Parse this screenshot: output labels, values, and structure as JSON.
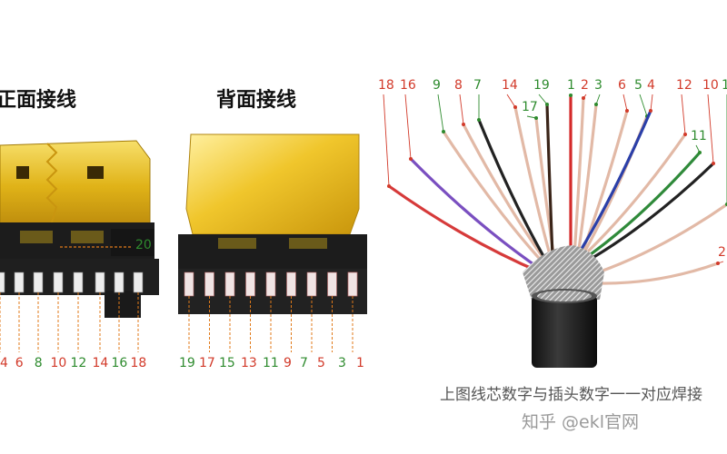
{
  "front": {
    "title": "正面接线",
    "pin_20": "20",
    "pins": [
      {
        "label": "4",
        "color": "#d23a2a"
      },
      {
        "label": "6",
        "color": "#d23a2a"
      },
      {
        "label": "8",
        "color": "#2e8b2e"
      },
      {
        "label": "10",
        "color": "#d23a2a"
      },
      {
        "label": "12",
        "color": "#2e8b2e"
      },
      {
        "label": "14",
        "color": "#d23a2a"
      },
      {
        "label": "16",
        "color": "#2e8b2e"
      },
      {
        "label": "18",
        "color": "#d23a2a"
      }
    ]
  },
  "back": {
    "title": "背面接线",
    "pins": [
      {
        "label": "19",
        "color": "#2e8b2e"
      },
      {
        "label": "17",
        "color": "#d23a2a"
      },
      {
        "label": "15",
        "color": "#2e8b2e"
      },
      {
        "label": "13",
        "color": "#d23a2a"
      },
      {
        "label": "11",
        "color": "#2e8b2e"
      },
      {
        "label": "9",
        "color": "#d23a2a"
      },
      {
        "label": "7",
        "color": "#2e8b2e"
      },
      {
        "label": "5",
        "color": "#d23a2a"
      },
      {
        "label": "3",
        "color": "#2e8b2e"
      },
      {
        "label": "1",
        "color": "#d23a2a"
      }
    ]
  },
  "cable": {
    "wires": [
      {
        "label": "18",
        "color": "#d23a2a",
        "wire": "#d63a3a"
      },
      {
        "label": "16",
        "color": "#d23a2a",
        "wire": "#7a4fc0"
      },
      {
        "label": "9",
        "color": "#2e8b2e",
        "wire": "#e2b9a6"
      },
      {
        "label": "8",
        "color": "#d23a2a",
        "wire": "#e2b9a6"
      },
      {
        "label": "7",
        "color": "#2e8b2e",
        "wire": "#222222"
      },
      {
        "label": "14",
        "color": "#d23a2a",
        "wire": "#e2b9a6"
      },
      {
        "label": "17",
        "color": "#2e8b2e",
        "wire": "#e2b9a6"
      },
      {
        "label": "19",
        "color": "#2e8b2e",
        "wire": "#3a2418"
      },
      {
        "label": "1",
        "color": "#2e8b2e",
        "wire": "#d42a2a"
      },
      {
        "label": "2",
        "color": "#d23a2a",
        "wire": "#e2b9a6"
      },
      {
        "label": "3",
        "color": "#2e8b2e",
        "wire": "#e2b9a6"
      },
      {
        "label": "6",
        "color": "#d23a2a",
        "wire": "#e2b9a6"
      },
      {
        "label": "5",
        "color": "#2e8b2e",
        "wire": "#e2b9a6"
      },
      {
        "label": "4",
        "color": "#d23a2a",
        "wire": "#2b3fa8"
      },
      {
        "label": "12",
        "color": "#d23a2a",
        "wire": "#e2b9a6"
      },
      {
        "label": "11",
        "color": "#2e8b2e",
        "wire": "#2f8a3a"
      },
      {
        "label": "10",
        "color": "#d23a2a",
        "wire": "#222222"
      },
      {
        "label": "1",
        "color": "#2e8b2e",
        "wire": "#e2b9a6"
      },
      {
        "label": "2",
        "color": "#d23a2a",
        "wire": "#e2b9a6"
      }
    ],
    "caption": "上图线芯数字与插头数字一一对应焊接"
  },
  "watermark": "知乎 @ekl官网"
}
